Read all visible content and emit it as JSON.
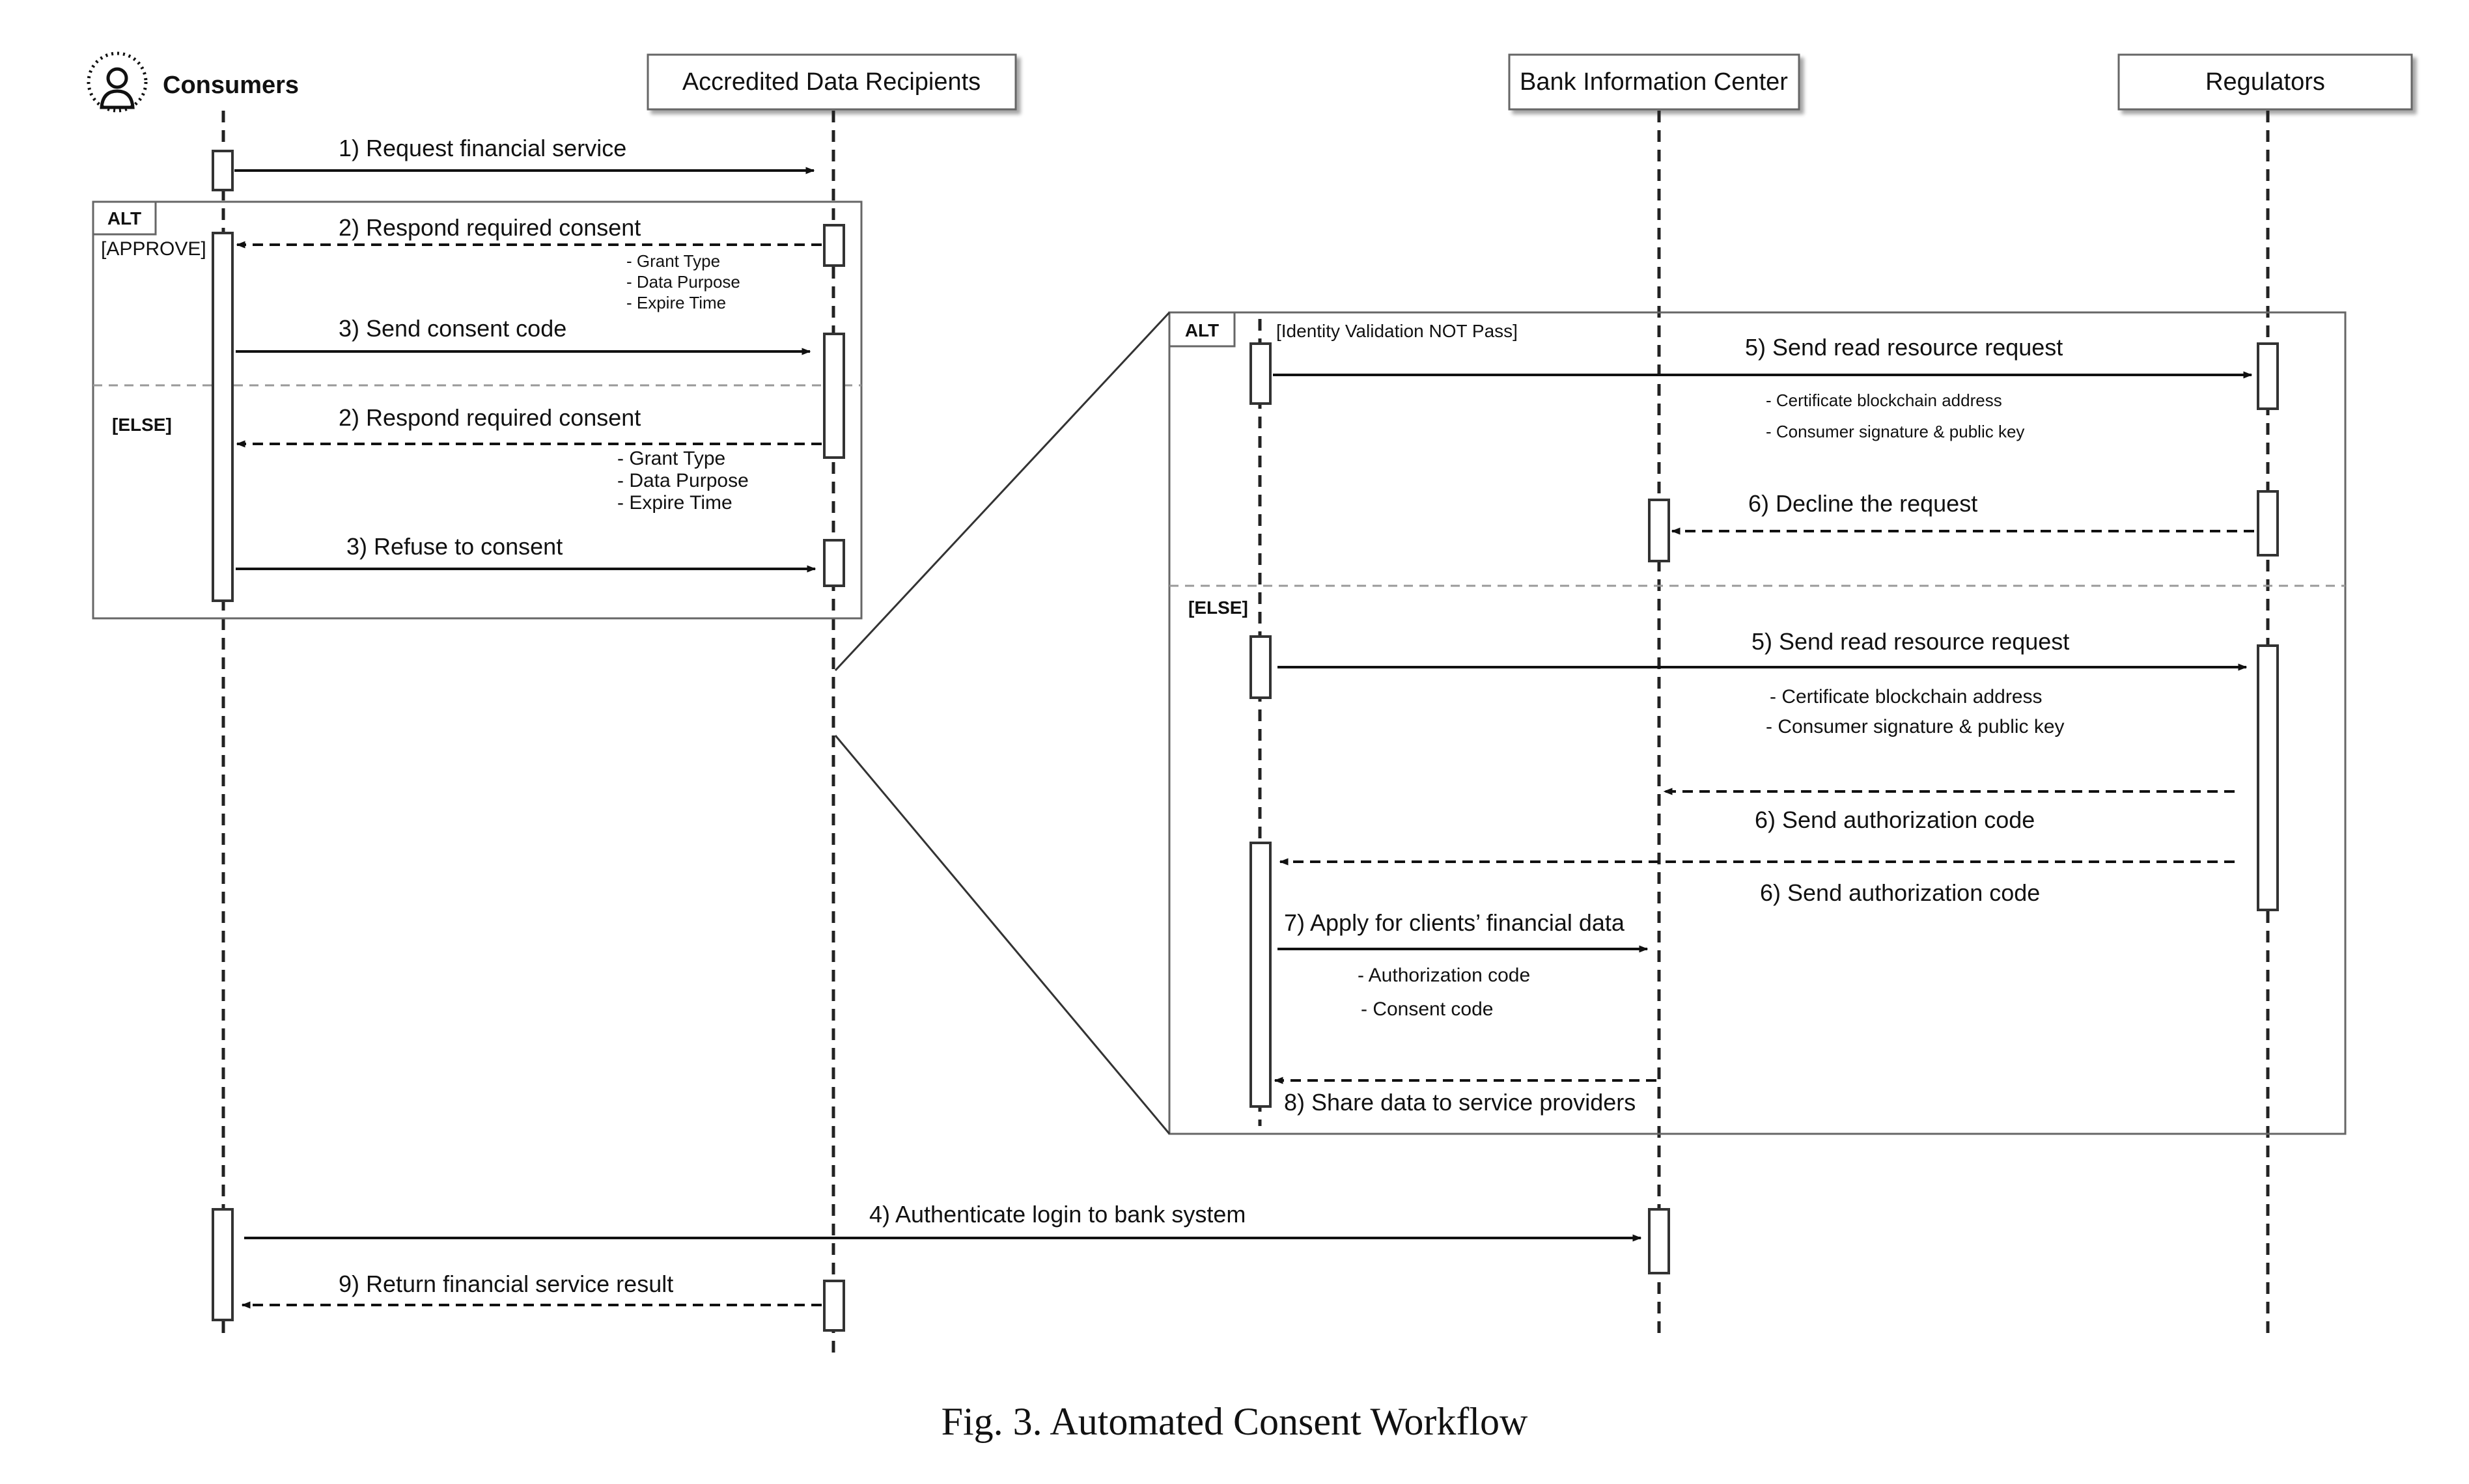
{
  "participants": {
    "consumers": "Consumers",
    "adr": "Accredited Data Recipients",
    "bic": "Bank Information Center",
    "regulators": "Regulators"
  },
  "messages": {
    "m1": "1) Request financial service",
    "m2a": "2) Respond required consent",
    "m3a": "3) Send consent code",
    "m2b": "2) Respond required consent",
    "m3b": "3) Refuse to consent",
    "m4": "4) Authenticate login to  bank system",
    "m9": "9) Return financial service result",
    "z5a": "5) Send read resource request",
    "z6a": "6) Decline the request",
    "z5b": "5) Send read resource request",
    "z6b": "6) Send authorization code",
    "z6c": "6) Send authorization code",
    "z7": "7) Apply for clients’ financial data",
    "z8": "8) Share data to service providers"
  },
  "notes": {
    "consent_a": [
      "- Grant Type",
      "- Data Purpose",
      "- Expire Time"
    ],
    "consent_b": [
      "- Grant Type",
      "- Data Purpose",
      "- Expire Time"
    ],
    "cert_a": [
      "- Certificate blockchain address",
      "- Consumer signature & public key"
    ],
    "cert_b": [
      "- Certificate blockchain address",
      "- Consumer signature & public key"
    ],
    "apply": [
      "- Authorization code",
      "- Consent code"
    ]
  },
  "fragments": {
    "left_alt": "ALT",
    "left_guard1": "[APPROVE]",
    "left_guard2": "[ELSE]",
    "right_alt": "ALT",
    "right_guard1": "[Identity Validation NOT Pass]",
    "right_guard2": "[ELSE]"
  },
  "caption": "Fig. 3.  Automated Consent Workflow"
}
